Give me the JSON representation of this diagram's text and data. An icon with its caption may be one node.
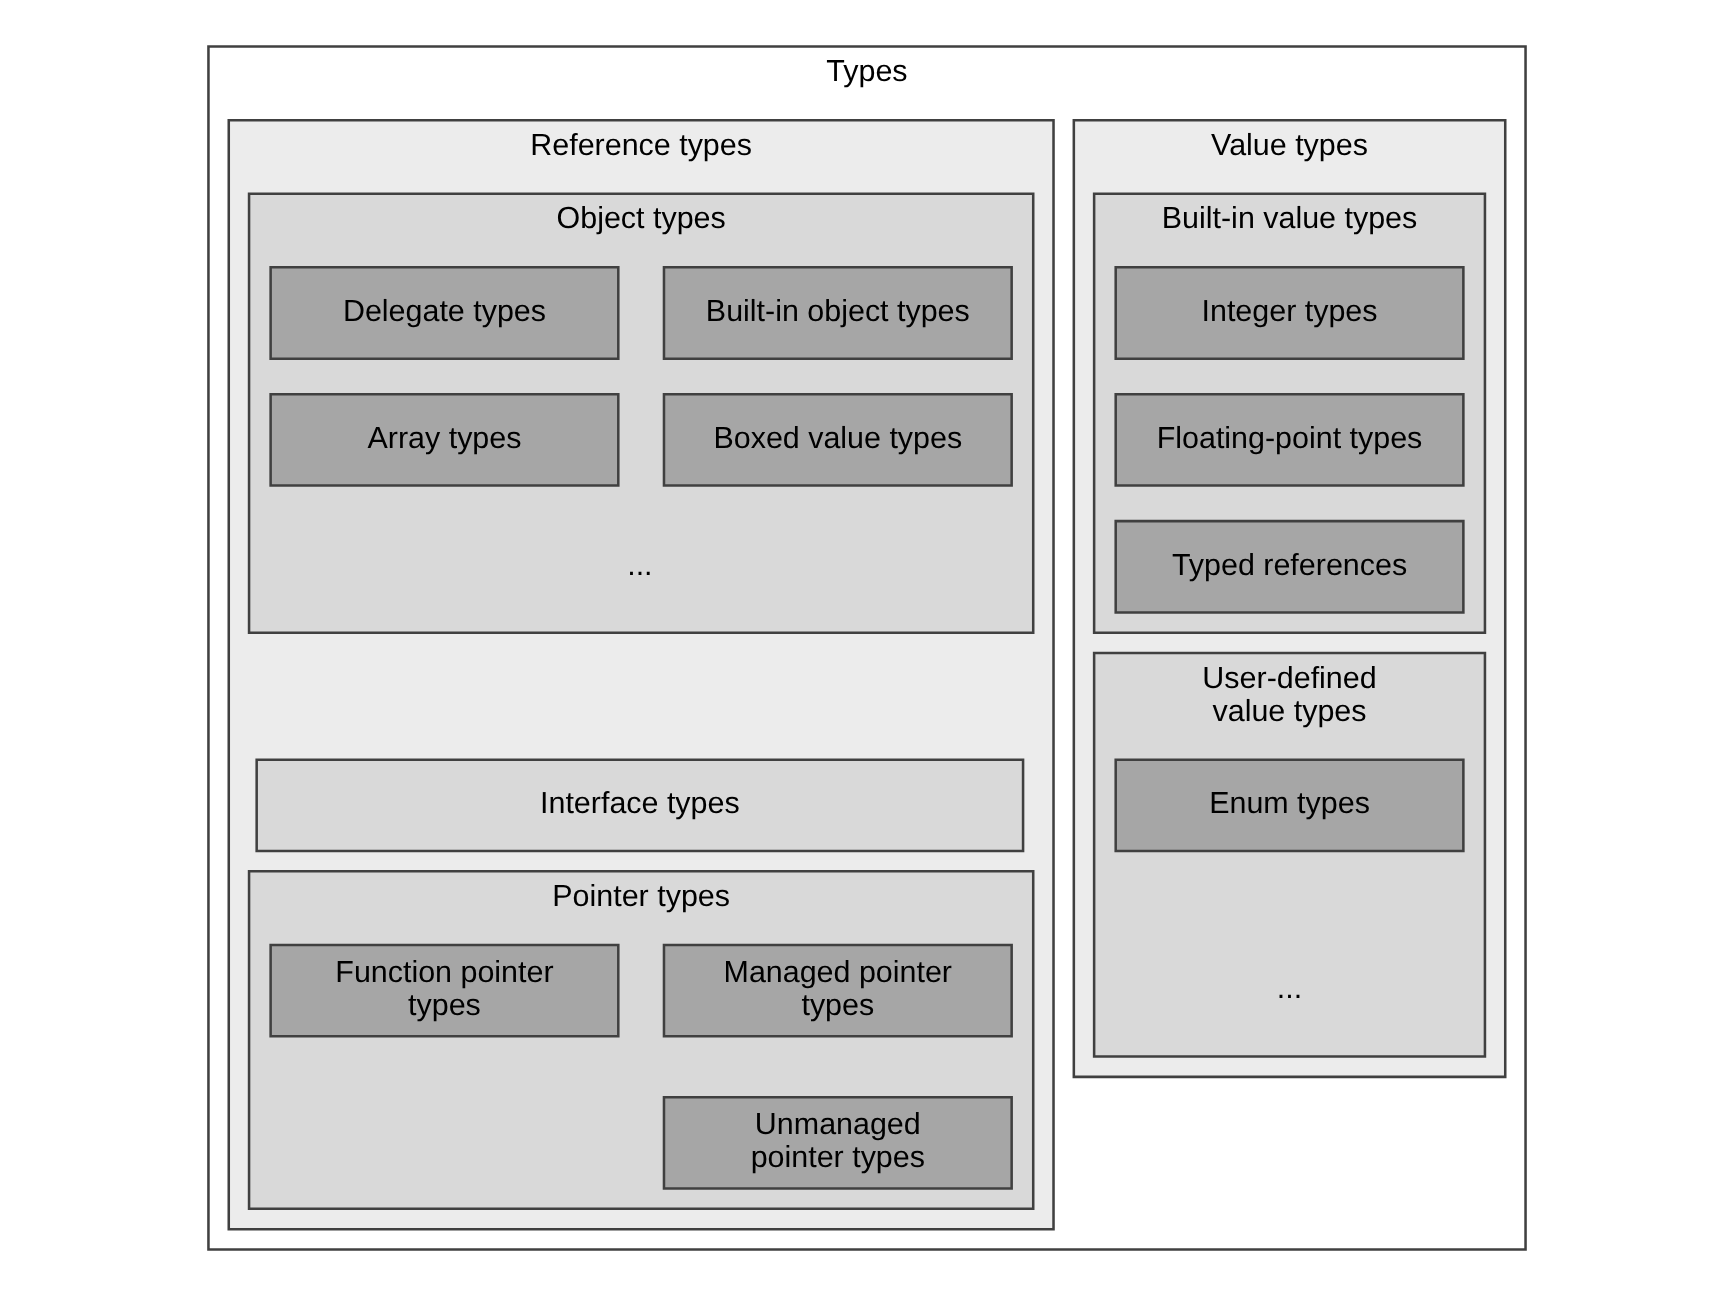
{
  "diagram": {
    "nodes": [
      {
        "text": [
          "Types"
        ]
      },
      {
        "text": [
          "Value types"
        ],
        "in": 0
      },
      {
        "text": [
          "Built-in value types"
        ],
        "in": 1
      },
      {
        "text": [
          "Integer types"
        ],
        "in": 2
      },
      {
        "text": [
          "Floating-point types"
        ],
        "in": 2
      },
      {
        "text": [
          "Typed references"
        ],
        "in": 2
      },
      {
        "text": [
          "User-defined value types"
        ],
        "in": 1
      },
      {
        "text": [
          "Enum types"
        ],
        "in": 6
      },
      {
        "text": [
          "..."
        ],
        "in": 6
      },
      {
        "text": [
          "Reference types"
        ],
        "in": 0
      },
      {
        "text": [
          "Object types"
        ],
        "in": 9
      },
      {
        "text": [
          "Built-in object types"
        ],
        "in": 10
      },
      {
        "text": [
          "Delegate types"
        ],
        "in": 10
      },
      {
        "text": [
          "Boxed value types"
        ],
        "in": 10
      },
      {
        "text": [
          "Array types"
        ],
        "in": 10
      },
      {
        "text": [
          "..."
        ],
        "in": 10
      },
      {
        "text": [
          "Interface types"
        ],
        "in": 9
      },
      {
        "text": [
          "Pointer types"
        ],
        "in": 9
      },
      {
        "text": [
          "Managed pointer types"
        ],
        "in": 17
      },
      {
        "text": [
          "Function pointer types"
        ],
        "in": 17
      },
      {
        "text": [
          "Unmanaged pointer types"
        ],
        "in": 17
      }
    ]
  }
}
